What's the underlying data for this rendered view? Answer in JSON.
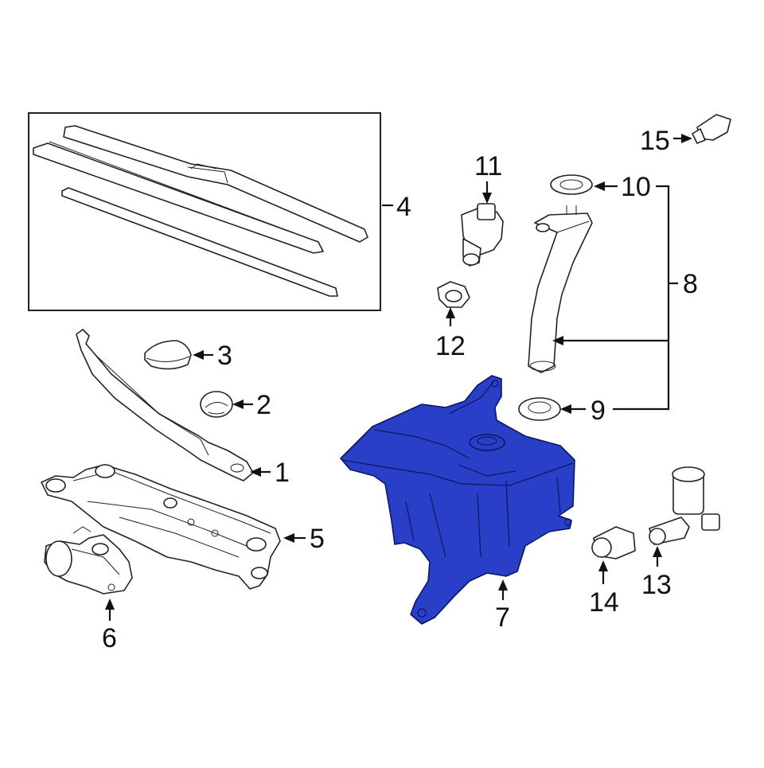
{
  "diagram": {
    "highlight_color": "#2a3fc8",
    "callouts": [
      {
        "id": "1",
        "label": "1"
      },
      {
        "id": "2",
        "label": "2"
      },
      {
        "id": "3",
        "label": "3"
      },
      {
        "id": "4",
        "label": "4"
      },
      {
        "id": "5",
        "label": "5"
      },
      {
        "id": "6",
        "label": "6"
      },
      {
        "id": "7",
        "label": "7"
      },
      {
        "id": "8",
        "label": "8"
      },
      {
        "id": "9",
        "label": "9"
      },
      {
        "id": "10",
        "label": "10"
      },
      {
        "id": "11",
        "label": "11"
      },
      {
        "id": "12",
        "label": "12"
      },
      {
        "id": "13",
        "label": "13"
      },
      {
        "id": "14",
        "label": "14"
      },
      {
        "id": "15",
        "label": "15"
      }
    ]
  }
}
